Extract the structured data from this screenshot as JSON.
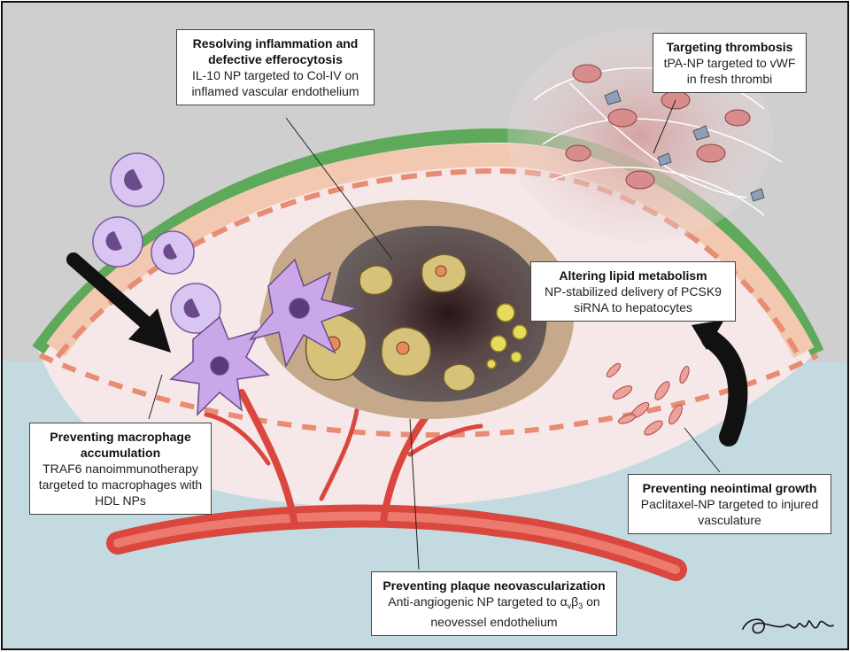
{
  "figure": {
    "colors": {
      "background": "#cfcfcf",
      "media": "#c3dbe0",
      "intima": "#fbeeee",
      "cap": "#f2c9b0",
      "endothelium": "#6fb36a",
      "necrotic_core": "#5e5555",
      "fibrous": "#c6a98a",
      "macrophage": "#c9a7e8",
      "monocyte": "#d8c5f2",
      "vessel": "#e05a50",
      "thrombus": "#c98f8f",
      "arrow": "#111111"
    },
    "icons": [
      "monocyte-icon",
      "macrophage-icon",
      "foam-cell-icon",
      "lipid-droplet-icon",
      "red-blood-cell-icon",
      "platelet-icon",
      "smooth-muscle-cell-icon",
      "neovessel-icon",
      "curved-arrow-icon"
    ]
  },
  "callouts": {
    "efferocytosis": {
      "title": "Resolving inflammation and defective efferocytosis",
      "body": "IL-10 NP targeted to Col-IV on inflamed vascular endothelium"
    },
    "thrombosis": {
      "title": "Targeting thrombosis",
      "body": "tPA-NP targeted to vWF in fresh thrombi"
    },
    "lipid": {
      "title": "Altering lipid metabolism",
      "body": "NP-stabilized delivery of PCSK9 siRNA to hepatocytes"
    },
    "macrophage": {
      "title": "Preventing macrophage accumulation",
      "body": "TRAF6 nanoimmunotherapy targeted to macrophages with HDL NPs"
    },
    "neointimal": {
      "title": "Preventing neointimal growth",
      "body": "Paclitaxel-NP targeted to injured vasculature"
    },
    "neovascularization": {
      "title": "Preventing plaque neovascularization",
      "body_prefix": "Anti-angiogenic NP targeted to α",
      "sub1": "v",
      "body_mid": "β",
      "sub2": "3",
      "body_suffix": " on neovessel endothelium"
    }
  }
}
